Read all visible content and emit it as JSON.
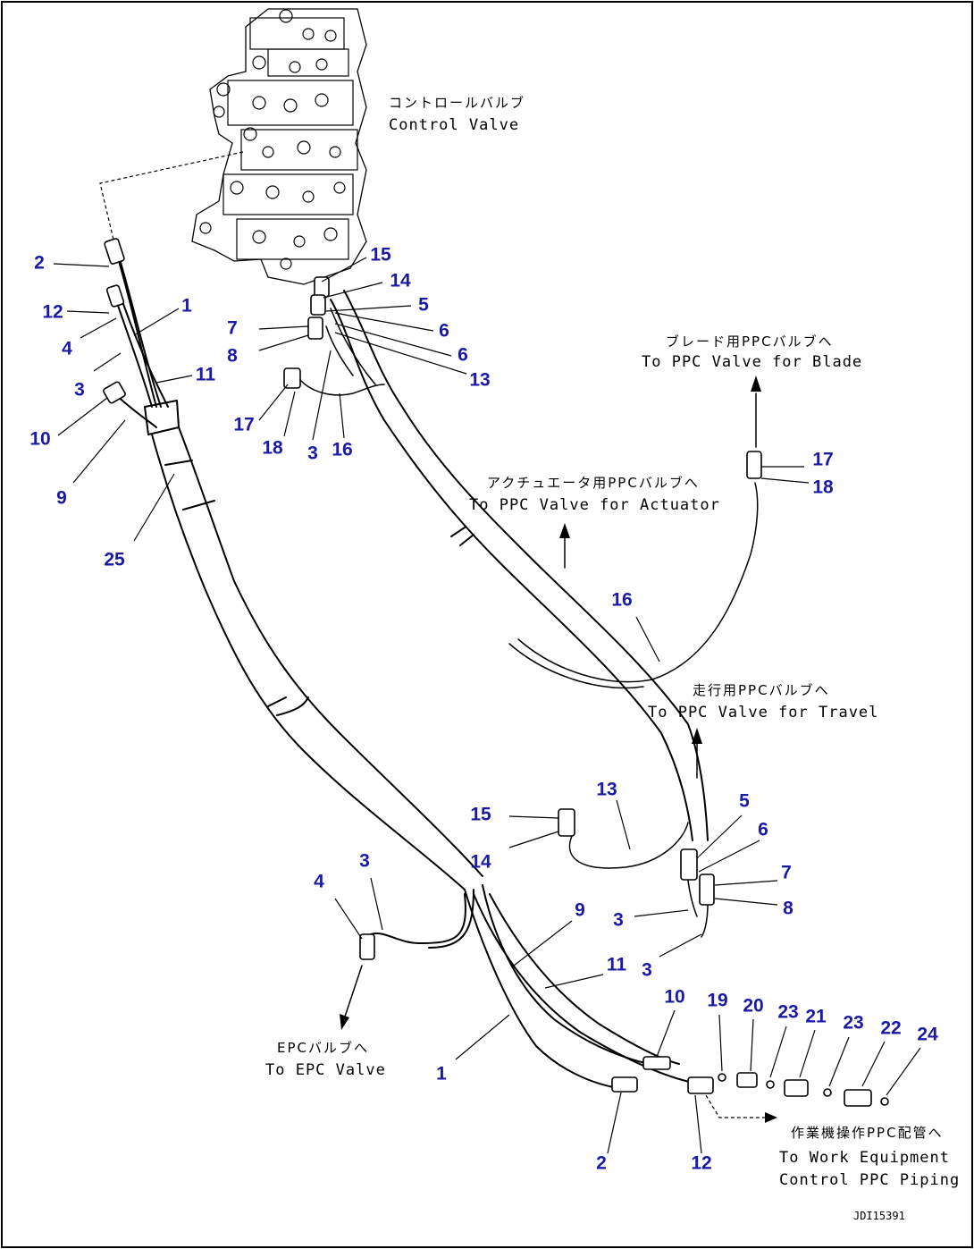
{
  "labels": {
    "control_valve_jp": "コントロールバルブ",
    "control_valve_en": "Control Valve",
    "blade_jp": "ブレード用PPCバルブへ",
    "blade_en": "To PPC Valve for Blade",
    "actuator_jp": "アクチュエータ用PPCバルブへ",
    "actuator_en": "To PPC Valve for Actuator",
    "travel_jp": "走行用PPCバルブへ",
    "travel_en": "To PPC Valve for Travel",
    "epc_jp": "EPCバルブへ",
    "epc_en": "To EPC Valve",
    "work_jp": "作業機操作PPC配管へ",
    "work_en_1": "To Work Equipment",
    "work_en_2": "Control PPC Piping"
  },
  "drawing_code": "JDI15391",
  "callouts": [
    "2",
    "12",
    "4",
    "3",
    "10",
    "9",
    "1",
    "11",
    "25",
    "15",
    "14",
    "5",
    "6",
    "6",
    "13",
    "7",
    "8",
    "17",
    "18",
    "3",
    "16",
    "17",
    "18",
    "16",
    "15",
    "14",
    "13",
    "5",
    "6",
    "7",
    "8",
    "3",
    "3",
    "4",
    "3",
    "9",
    "11",
    "1",
    "10",
    "19",
    "20",
    "23",
    "21",
    "23",
    "22",
    "24",
    "2",
    "12"
  ],
  "colors": {
    "callout": "#1a1aa6",
    "line": "#000000"
  }
}
